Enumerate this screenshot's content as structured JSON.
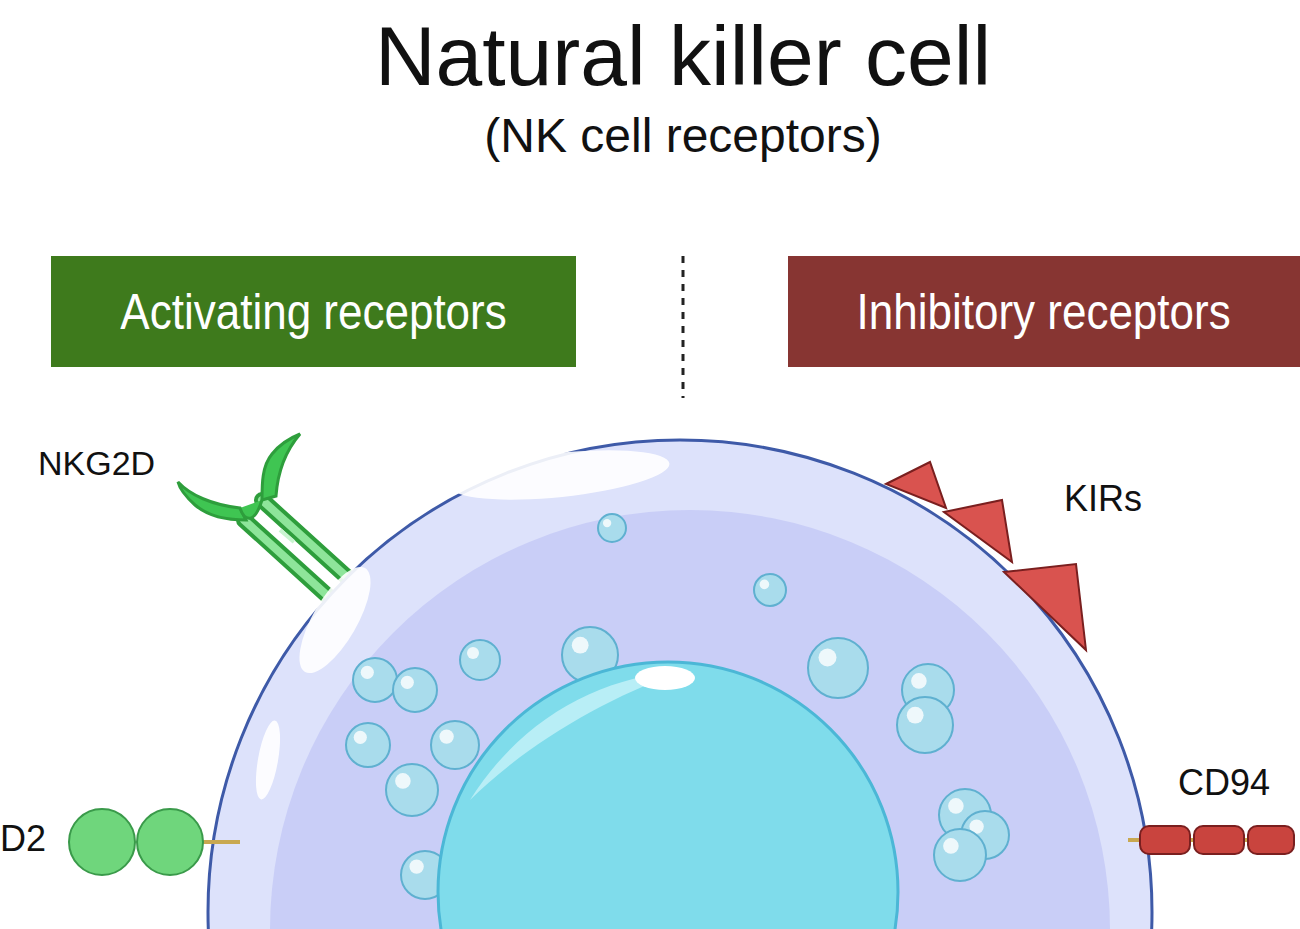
{
  "diagram": {
    "title": "Natural killer cell",
    "nodes": [
      {
        "text": [
          "Activating receptors"
        ]
      },
      {
        "text": [
          "Inhibitory receptors"
        ]
      }
    ],
    "labels": [
      "(NK cell receptors)",
      "NKG2D",
      "KIRs",
      "D2",
      "CD94"
    ]
  }
}
